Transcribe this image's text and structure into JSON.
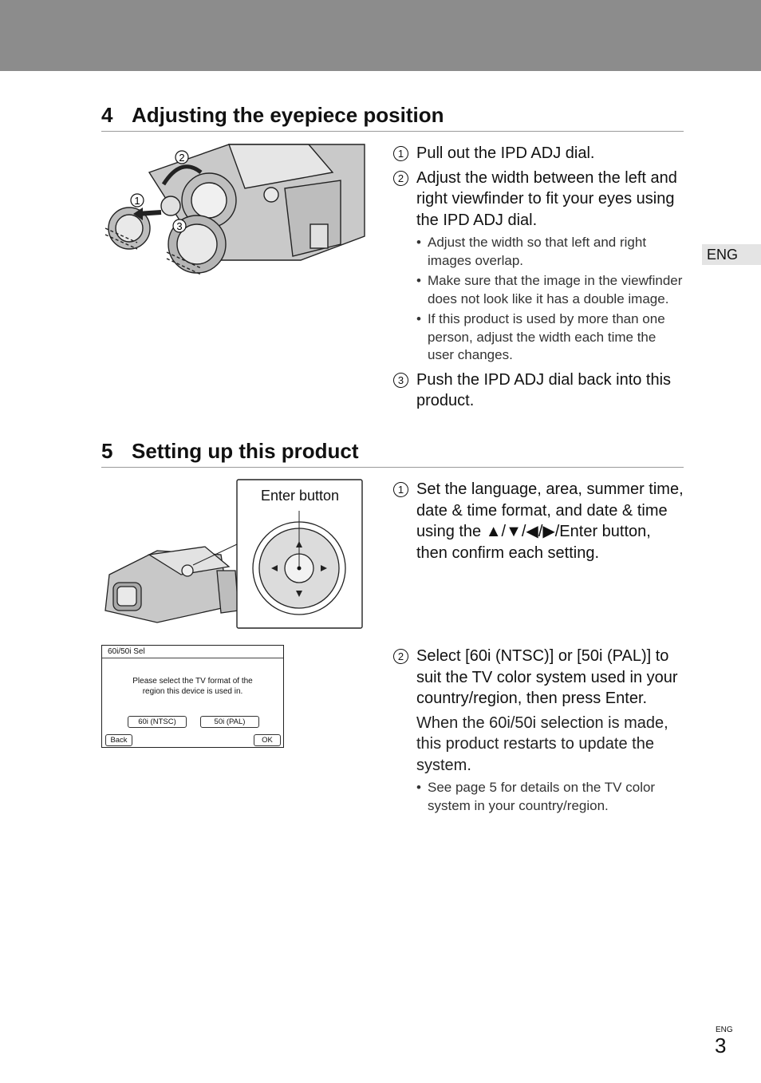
{
  "header": {
    "lang_tab": "ENG"
  },
  "section4": {
    "number": "4",
    "title": "Adjusting the eyepiece position",
    "figure_callouts": [
      "2",
      "1",
      "3"
    ],
    "steps": [
      {
        "marker": "1",
        "text": "Pull out the IPD ADJ dial."
      },
      {
        "marker": "2",
        "text": "Adjust the width between the left and right viewfinder to fit your eyes using the IPD ADJ dial."
      },
      {
        "marker": "3",
        "text": "Push the IPD ADJ dial back into this product."
      }
    ],
    "bullets": [
      "Adjust the width so that left and right images overlap.",
      "Make sure that the image in the viewfinder does not look like it has a double image.",
      "If this product is used by more than one person, adjust the width each time the user changes."
    ]
  },
  "section5": {
    "number": "5",
    "title": "Setting up this product",
    "enter_button_label": "Enter button",
    "steps": [
      {
        "marker": "1",
        "text": "Set the language, area, summer time, date & time format, and date & time using the ▲/▼/◀/▶/Enter button, then confirm each setting."
      },
      {
        "marker": "2",
        "text": "Select [60i (NTSC)] or [50i (PAL)] to suit the TV color system used in your country/region, then press Enter."
      }
    ],
    "step2_note": "When the 60i/50i selection is made, this product restarts to update the system.",
    "bullets": [
      "See page 5 for details on the TV color system in your country/region."
    ],
    "dialog": {
      "title": "60i/50i Sel",
      "message_line1": "Please select the TV format of the",
      "message_line2": "region this device is used in.",
      "option_ntsc": "60i (NTSC)",
      "option_pal": "50i (PAL)",
      "back": "Back",
      "ok": "OK"
    }
  },
  "footer": {
    "lang": "ENG",
    "page": "3"
  }
}
